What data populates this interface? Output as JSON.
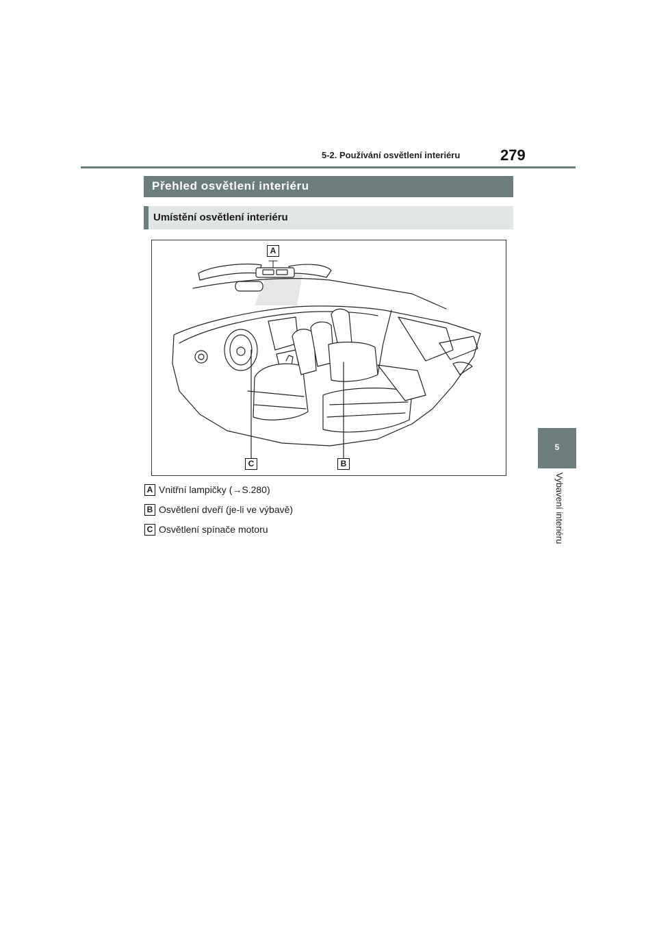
{
  "header": {
    "section_title": "5-2. Používání osvětlení interiéru",
    "page_number": "279"
  },
  "title_bar": {
    "text": "Přehled osvětlení interiéru"
  },
  "subtitle_bar": {
    "text": "Umístění osvětlení interiéru"
  },
  "figure": {
    "callouts": {
      "a": "A",
      "b": "B",
      "c": "C"
    }
  },
  "legend": [
    {
      "key": "A",
      "text": "Vnitřní lampičky (→S.280)"
    },
    {
      "key": "B",
      "text": "Osvětlení dveří (je-li ve výbavě)"
    },
    {
      "key": "C",
      "text": "Osvětlení spínače motoru"
    }
  ],
  "chapter_tab": {
    "number": "5",
    "label": "Vybavení interiéru"
  },
  "colors": {
    "accent": "#6b7d7d",
    "subtitle_background": "#e1e5e5"
  }
}
